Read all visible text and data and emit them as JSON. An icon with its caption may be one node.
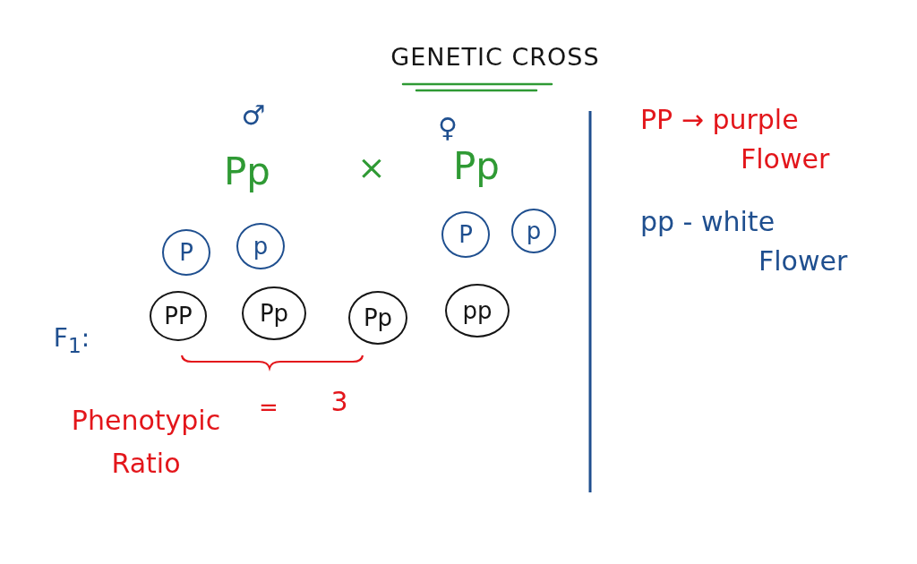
{
  "diagram": {
    "title": "GENETIC CROSS",
    "nodes": [
      {
        "text": [
          "P"
        ]
      },
      {
        "text": [
          "p"
        ]
      },
      {
        "text": [
          "P"
        ]
      },
      {
        "text": [
          "p"
        ]
      },
      {
        "text": [
          "PP"
        ]
      },
      {
        "text": [
          "Pp"
        ]
      },
      {
        "text": [
          "Pp"
        ]
      },
      {
        "text": [
          "pp"
        ]
      }
    ],
    "edges": [],
    "labels": [
      "♂",
      "♀",
      "Pp",
      "×",
      "Pp",
      "F$_{1}$:",
      "Phenotypic Ratio",
      "=",
      "3",
      "PP → purple Flower",
      "pp - white Flower"
    ]
  }
}
